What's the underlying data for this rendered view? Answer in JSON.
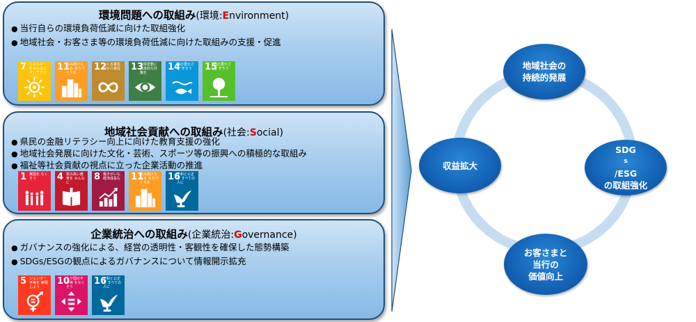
{
  "panels": [
    {
      "title_main": "環境問題への取組み",
      "title_sub_prefix": "(環境:",
      "initial": "E",
      "title_sub_rest": "nvironment)",
      "bullets": [
        "当行自らの環境負荷低減に向けた取組強化",
        "地域社会・お客さま等の環境負荷低減に向けた取組みの支援・促進"
      ],
      "sdgs": [
        {
          "num": "7",
          "title": "エネルギーをみんなに そしてクリーンに",
          "color": "#FCC30B",
          "icon": "sun-icon"
        },
        {
          "num": "11",
          "title": "住み続けられる まちづくりを",
          "color": "#FD9D24",
          "icon": "buildings-icon"
        },
        {
          "num": "12",
          "title": "つくる責任 つかう責任",
          "color": "#BF8B2E",
          "icon": "infinity-icon"
        },
        {
          "num": "13",
          "title": "気候変動に 具体的な対策を",
          "color": "#3F7E44",
          "icon": "earth-eye-icon"
        },
        {
          "num": "14",
          "title": "海の豊かさを 守ろう",
          "color": "#0A97D9",
          "icon": "fish-icon"
        },
        {
          "num": "15",
          "title": "陸の豊かさも 守ろう",
          "color": "#56C02B",
          "icon": "tree-icon"
        }
      ]
    },
    {
      "title_main": "地域社会貢献への取組み",
      "title_sub_prefix": "(社会:",
      "initial": "S",
      "title_sub_rest": "ocial)",
      "bullets": [
        "県民の金融リテラシー向上に向けた教育支援の強化",
        "地域社会発展に向けた文化・芸術、スポーツ等の振興への積極的な取組み",
        "福祉等社会貢献の視点に立った企業活動の推進"
      ],
      "sdgs": [
        {
          "num": "1",
          "title": "貧困を なくそう",
          "color": "#E5243B",
          "icon": "family-icon"
        },
        {
          "num": "4",
          "title": "質の高い教育を みんなに",
          "color": "#C5192D",
          "icon": "book-icon"
        },
        {
          "num": "8",
          "title": "働きがいも 経済成長も",
          "color": "#A21942",
          "icon": "growth-chart-icon"
        },
        {
          "num": "11",
          "title": "住み続けられる まちづくりを",
          "color": "#FD9D24",
          "icon": "buildings-icon"
        },
        {
          "num": "16",
          "title": "平和と公正を すべての人に",
          "color": "#00689D",
          "icon": "dove-icon"
        }
      ]
    },
    {
      "title_main": "企業統治への取組み",
      "title_sub_prefix": "(企業統治:",
      "initial": "G",
      "title_sub_rest": "overnance)",
      "bullets": [
        "ガバナンスの強化による、経営の透明性・客観性を確保した態勢構築",
        "SDGs/ESGの観点によるガバナンスについて情報開示拡充"
      ],
      "sdgs": [
        {
          "num": "5",
          "title": "ジェンダー平等を 実現しよう",
          "color": "#FF3A21",
          "icon": "gender-icon"
        },
        {
          "num": "10",
          "title": "人や国の不平等 をなくそう",
          "color": "#DD1367",
          "icon": "equality-icon"
        },
        {
          "num": "16",
          "title": "平和と公正を すべての人に",
          "color": "#00689D",
          "icon": "dove-icon"
        }
      ]
    }
  ],
  "cycle": {
    "top": [
      "地域社会の",
      "持続的発展"
    ],
    "right_line1_a": "SDG",
    "right_line1_s": "s",
    "right_line1_b": "/ESG",
    "right_line2": "の取組強化",
    "bottom": [
      "お客さまと",
      "当行の",
      "価値向上"
    ],
    "left": [
      "収益拡大"
    ]
  },
  "colors": {
    "accent": "#e00000",
    "oval": "#1565b8",
    "ring": "#c6dcf1",
    "panel_border": "#1f4e79"
  }
}
